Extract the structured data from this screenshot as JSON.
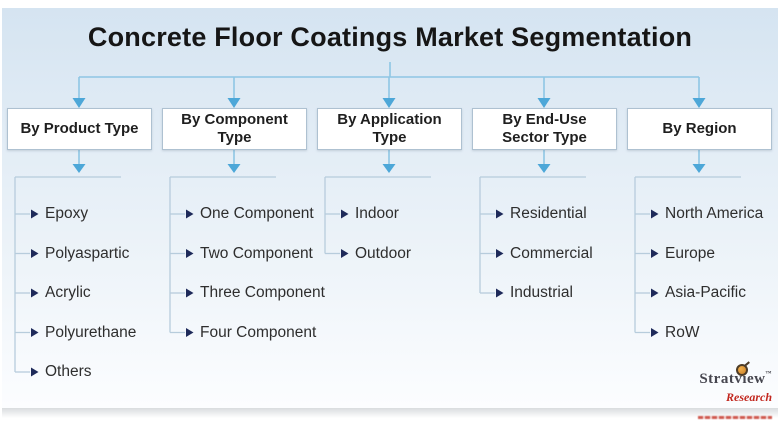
{
  "title": "Concrete Floor Coatings Market Segmentation",
  "columns": [
    {
      "label": "By Product Type",
      "label_lines": [
        "By Product Type"
      ],
      "items": [
        "Epoxy",
        "Polyaspartic",
        "Acrylic",
        "Polyurethane",
        "Others"
      ]
    },
    {
      "label": "By Component Type",
      "label_lines": [
        "By Component",
        "Type"
      ],
      "items": [
        "One Component",
        "Two Component",
        "Three Component",
        "Four Component"
      ]
    },
    {
      "label": "By Application Type",
      "label_lines": [
        "By Application",
        "Type"
      ],
      "items": [
        "Indoor",
        "Outdoor"
      ]
    },
    {
      "label": "By End-Use Sector Type",
      "label_lines": [
        "By End-Use",
        "Sector Type"
      ],
      "items": [
        "Residential",
        "Commercial",
        "Industrial"
      ]
    },
    {
      "label": "By Region",
      "label_lines": [
        "By Region"
      ],
      "items": [
        "North America",
        "Europe",
        "Asia-Pacific",
        "RoW"
      ]
    }
  ],
  "logo": {
    "brand": "Stratview",
    "trademark": "™",
    "division": "Research"
  },
  "colors": {
    "connector_line": "#8ec6e4",
    "connector_arrow": "#4da7d8",
    "bracket_line": "#b7ccdc",
    "item_arrow": "#1e2a5a",
    "box_border": "#aec1d1",
    "logo_red": "#c2271f"
  }
}
